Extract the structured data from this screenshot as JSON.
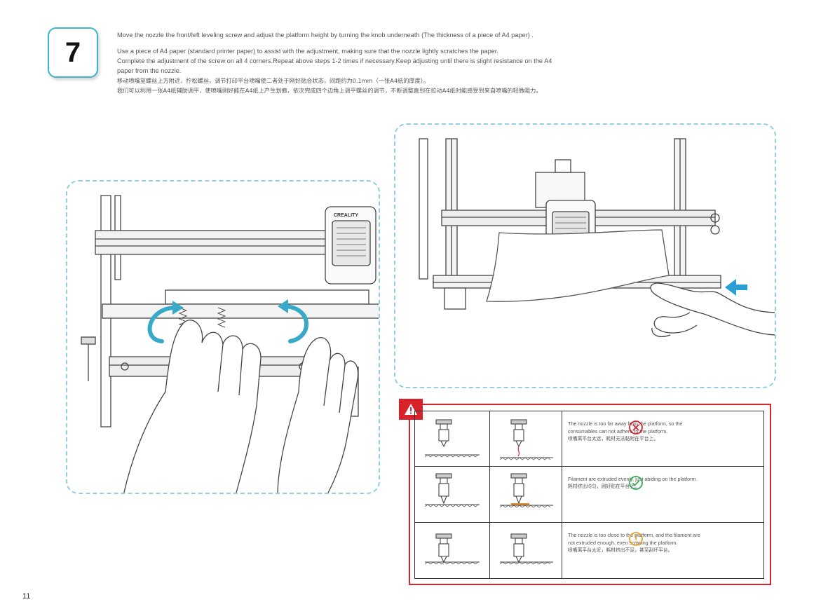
{
  "step": {
    "number": "7"
  },
  "instructions": {
    "line1": "Move the nozzle the front/left leveling screw and adjust the platform height by turning the knob underneath (The thickness of a piece of A4 paper) .",
    "line2": "Use a piece of A4 paper (standard printer paper) to assist with the adjustment, making sure that the nozzle lightly scratches the paper.",
    "line3": "Complete the adjustment of the screw on all 4 corners.Repeat above steps 1-2 times if necessary.Keep adjusting until there is slight resistance on the A4",
    "line4": "paper from the nozzle.",
    "line5_cn": "移动喷嘴至螺丝上方附近，拧松螺丝，调节打印平台喷嘴使二者处于刚好贴合状态，间距约为0.1mm（一张A4纸的厚度）。",
    "line6_cn": "我们可以利用一张A4纸辅助调平，使喷嘴刚好能在A4纸上产生划痕，依次完成四个边角上调平螺丝的调节，不断调整直到在拉动A4纸时能感受到来自喷嘴的轻微阻力。"
  },
  "printer_brand": "CREALITY",
  "leveling_table": {
    "rows": [
      {
        "status": "too-far",
        "icon": "x-circle-icon",
        "color": "#d8232a",
        "text_en_1": "The nozzle is too far away from the platform, so the",
        "text_en_2": "consumables can not adhere to the platform.",
        "text_cn": "喷嘴离平台太远，耗材无法黏附在平台上。"
      },
      {
        "status": "correct",
        "icon": "check-circle-icon",
        "color": "#2fa84f",
        "text_en_1": "Filament are extruded evenly, just abiding on the platform.",
        "text_en_2": "",
        "text_cn": "耗材挤出均匀，刚好贴在平台上。"
      },
      {
        "status": "too-close",
        "icon": "exclamation-circle-icon",
        "color": "#e8a12a",
        "text_en_1": "The nozzle is too close to the platform, and the filament are",
        "text_en_2": "not extruded enough, even scraping the platform.",
        "text_cn": "喷嘴离平台太近，耗材挤出不足，甚至刮坏平台。"
      }
    ]
  },
  "colors": {
    "accent": "#3cb4cf",
    "warning": "#d8232a",
    "arrow": "#2a9fd6"
  },
  "page": {
    "number": "11"
  }
}
